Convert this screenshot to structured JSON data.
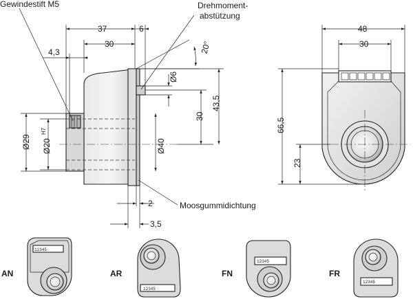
{
  "labels": {
    "set_screw": "Gewindestift M5",
    "torque_support_1": "Drehmoment-",
    "torque_support_2": "abstützung",
    "sponge_seal": "Moosgummidichtung"
  },
  "dimensions": {
    "d37": "37",
    "d6_top": "6",
    "d30_top": "30",
    "d4_3": "4,3",
    "angle": "20°",
    "phi6": "Ø6",
    "d30_v": "30",
    "d43_5": "43,5",
    "phi29": "Ø29",
    "phi20": "Ø20",
    "phi20_tol": "H7",
    "phi40": "Ø40",
    "d2": "2",
    "d3_5": "3,5",
    "d48": "48",
    "d30_front": "30",
    "d66_5": "66,5",
    "d23": "23"
  },
  "counter_digits": "12345",
  "variants": [
    {
      "code": "AN"
    },
    {
      "code": "AR"
    },
    {
      "code": "FN"
    },
    {
      "code": "FR"
    }
  ]
}
